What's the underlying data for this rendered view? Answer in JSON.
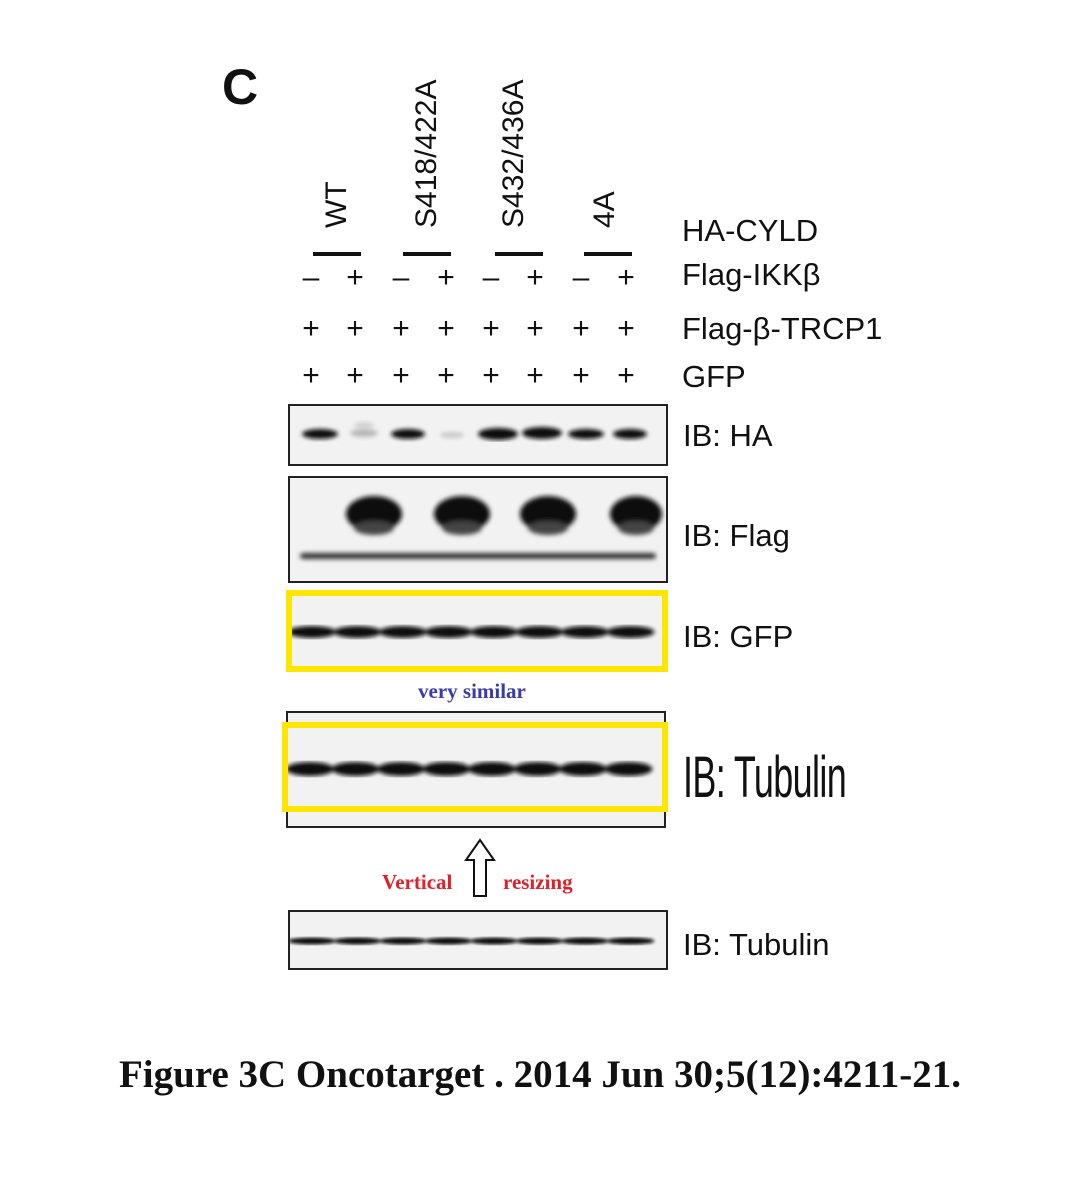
{
  "panel_letter": "C",
  "header": {
    "mutants": [
      "WT",
      "S418/422A",
      "S432/436A",
      "4A"
    ],
    "group_label": "HA-CYLD",
    "rows": [
      {
        "label": "Flag-IKKβ",
        "signs": [
          "–",
          "+",
          "–",
          "+",
          "–",
          "+",
          "–",
          "+"
        ]
      },
      {
        "label": "Flag-β-TRCP1",
        "signs": [
          "+",
          "+",
          "+",
          "+",
          "+",
          "+",
          "+",
          "+"
        ]
      },
      {
        "label": "GFP",
        "signs": [
          "+",
          "+",
          "+",
          "+",
          "+",
          "+",
          "+",
          "+"
        ]
      }
    ]
  },
  "blots": {
    "ha": "IB: HA",
    "flag": "IB: Flag",
    "gfp": "IB: GFP",
    "tubulin_stretched": "IB: Tubulin",
    "tubulin": "IB: Tubulin"
  },
  "annotations": {
    "similar": "very similar",
    "vertical": "Vertical",
    "resizing": "resizing",
    "similar_color": "#3a3aa8",
    "resize_color": "#e0202a",
    "highlight_color": "#ffe600"
  },
  "caption": "Figure 3C Oncotarget . 2014 Jun 30;5(12):4211-21."
}
